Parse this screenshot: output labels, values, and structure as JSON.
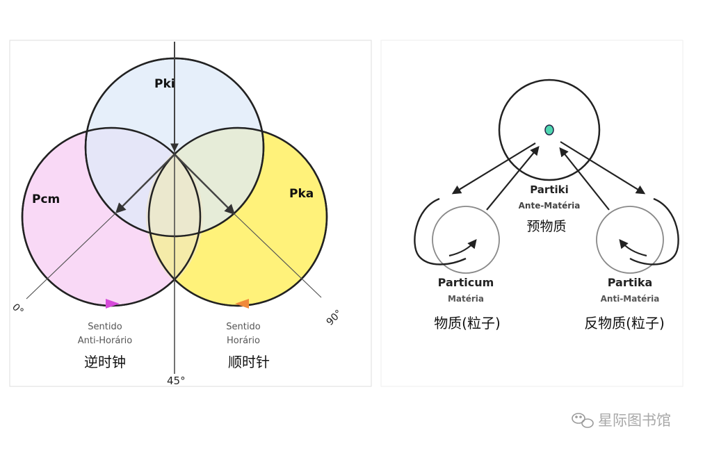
{
  "venn": {
    "labels": {
      "top": "Pki",
      "left": "Pcm",
      "right": "Pka"
    },
    "angles": {
      "left": "0°",
      "bottom": "45°",
      "right": "90°"
    },
    "left_rotation": {
      "line1": "Sentido",
      "line2": "Anti-Horário",
      "cn": "逆时钟"
    },
    "right_rotation": {
      "line1": "Sentido",
      "line2": "Horário",
      "cn": "顺时针"
    },
    "colors": {
      "top_fill": "#dde9f8",
      "left_fill": "#f9d9f6",
      "right_fill": "#fff27a",
      "left_arrow": "#d64ad9",
      "right_arrow": "#f08a3c"
    }
  },
  "particles": {
    "center": {
      "name": "Partiki",
      "sub": "Ante-Matéria",
      "cn": "预物质"
    },
    "left": {
      "name": "Particum",
      "sub": "Matéria",
      "cn": "物质(粒子)"
    },
    "right": {
      "name": "Partika",
      "sub": "Anti-Matéria",
      "cn": "反物质(粒子)"
    },
    "dot_color": "#4fd6b0"
  },
  "watermark": {
    "text": "星际图书馆"
  }
}
